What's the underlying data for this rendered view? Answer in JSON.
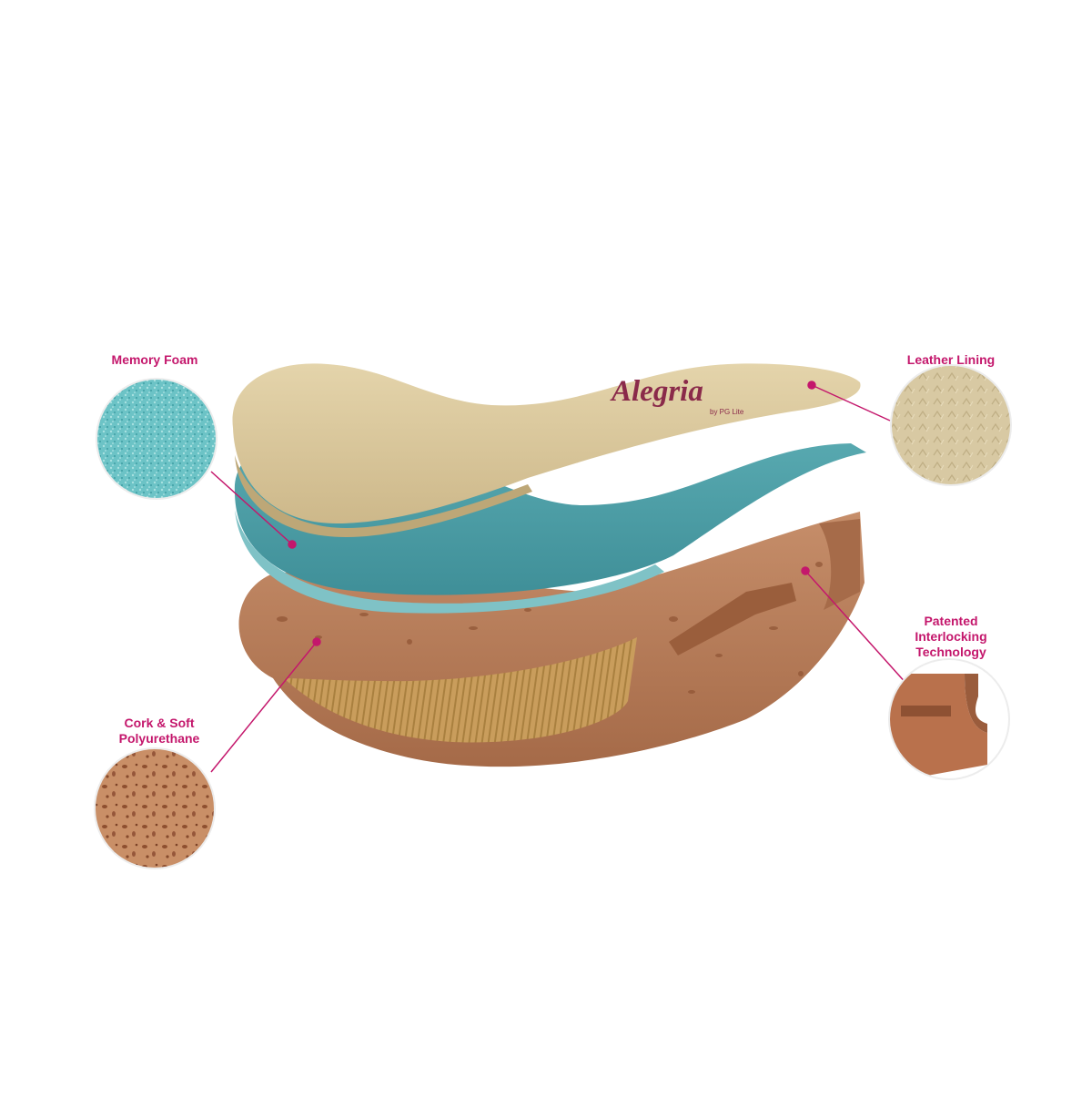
{
  "colors": {
    "accent": "#c4176c",
    "leather": "#d9c79c",
    "foam": "#4fa0a8",
    "cork": "#b87d5a",
    "sole_pattern": "#c79a5a"
  },
  "logo": {
    "brand": "Alegria",
    "byline": "by PG Lite"
  },
  "labels": {
    "memory_foam": "Memory Foam",
    "leather_lining": "Leather Lining",
    "patented": [
      "Patented",
      "Interlocking",
      "Technology"
    ],
    "cork": [
      "Cork & Soft",
      "Polyurethane"
    ]
  },
  "icons": [
    "memory-foam-texture-icon",
    "leather-texture-icon",
    "interlocking-cross-section-icon",
    "cork-texture-icon"
  ]
}
